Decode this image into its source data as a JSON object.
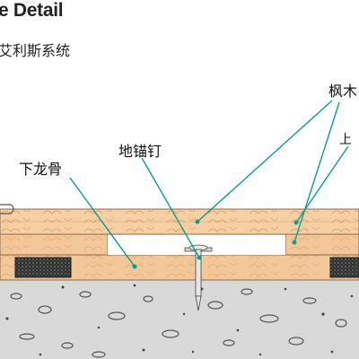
{
  "header": {
    "title": "e Detail",
    "subtitle": "艾利斯系统"
  },
  "labels": {
    "maple": "枫木",
    "nail": "地锚钉",
    "sleeper": "下龙骨",
    "upper": "上"
  },
  "colors": {
    "wood": "#f1c89a",
    "wood_grain": "#e5a46d",
    "leader_line": "#0d9c8f",
    "concrete": "#d9d9d9",
    "pad": "#3a3a3a"
  }
}
